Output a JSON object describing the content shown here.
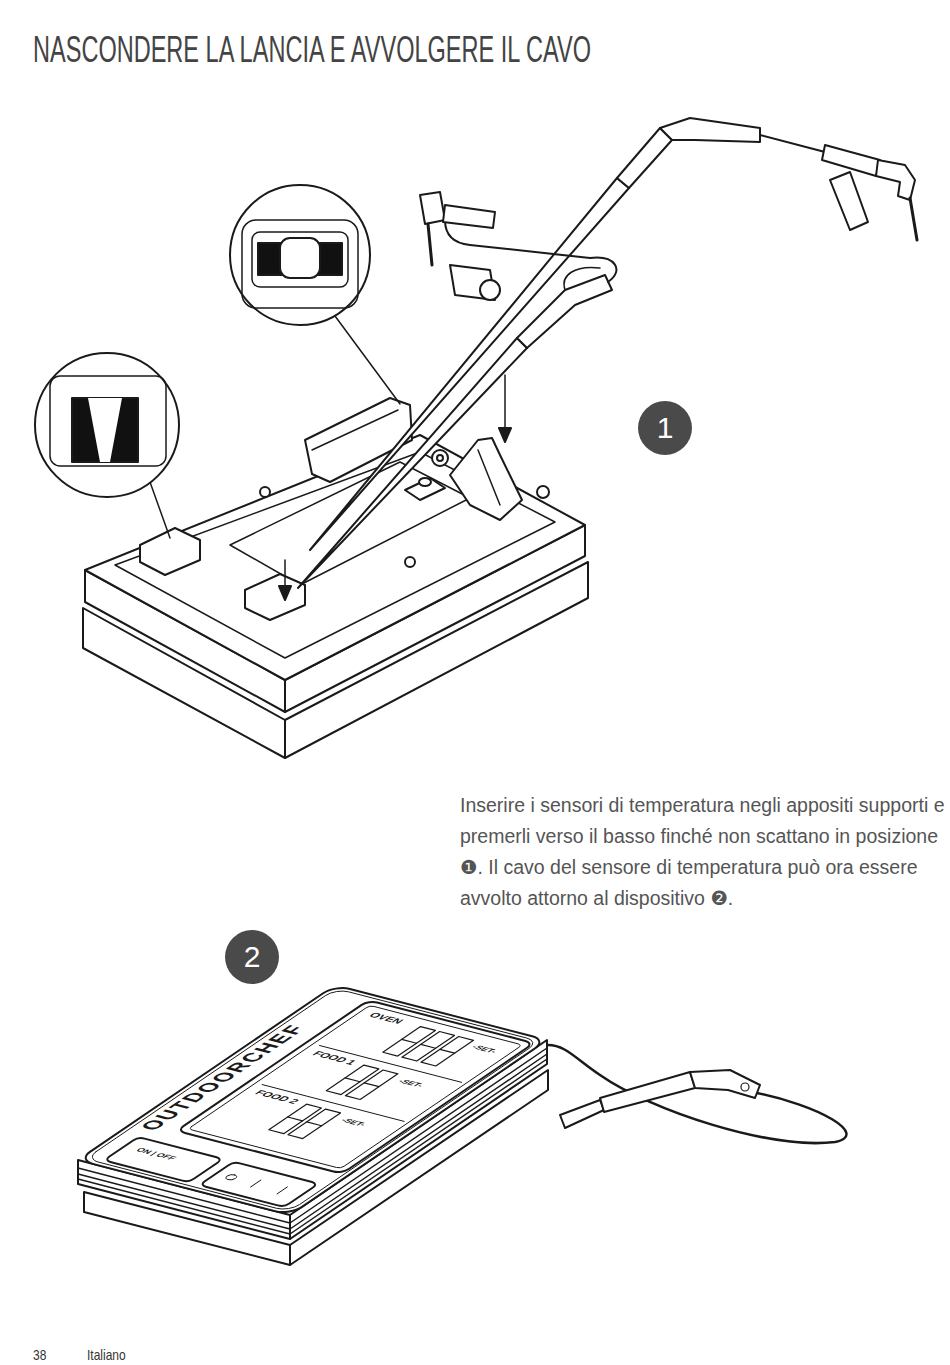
{
  "diagram": {
    "title": "NASCONDERE LA LANCIA E AVVOLGERE IL CAVO",
    "nodes": [
      {
        "text": [
          "1"
        ]
      },
      {
        "text": [
          "2"
        ]
      }
    ],
    "labels": [
      "Inserire i sensori di temperatura negli appositi supporti e premerli verso il basso finché non scattano in posizione ❶. Il cavo del sensore di temperatura può ora essere avvolto attorno al dispositivo ❷.",
      "OUTDOORCHEF",
      "ON | OFF",
      "OVEN",
      "-SET-",
      "FOOD 1",
      "-SET-",
      "FOOD 2",
      "-SET-",
      "38",
      "Italiano"
    ]
  }
}
